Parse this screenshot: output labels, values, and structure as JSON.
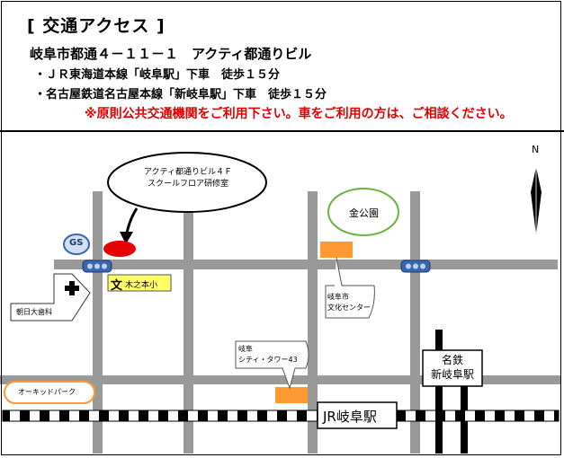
{
  "header": {
    "title": "[ 交通アクセス ]",
    "address": "岐阜市都通４－１１－１　アクティ都通りビル",
    "routes": [
      "・ＪＲ東海道本線「岐阜駅」下車　徒歩１５分",
      "・名古屋鉄道名古屋本線「新岐阜駅」下車　徒歩１５分"
    ],
    "notice": "※原則公共交通機関をご利用下さい。車をご利用の方は、ご相談ください。"
  },
  "map": {
    "callout_line1": "アクティ都通りビル４Ｆ",
    "callout_line2": "スクールフロア研修室",
    "gs": "GS",
    "school_mark": "文",
    "school_name": "木之本小",
    "dentist": "朝日大歯科",
    "park": "金公園",
    "culture_line1": "岐阜市",
    "culture_line2": "文化センター",
    "city_tower_line1": "岐阜",
    "city_tower_line2": "シティ・タワー43",
    "orchid_park": "オーキッドパーク",
    "jr_station": "JR岐阜駅",
    "meitetsu_line1": "名鉄",
    "meitetsu_line2": "新岐阜駅",
    "north": "N",
    "colors": {
      "road": "#999999",
      "destination": "#e60000",
      "landmark": "#ff9933",
      "park_ring": "#6cb33f",
      "school_bg": "#ffff66",
      "signal": "#3a66b0",
      "notice": "#e00000"
    }
  }
}
